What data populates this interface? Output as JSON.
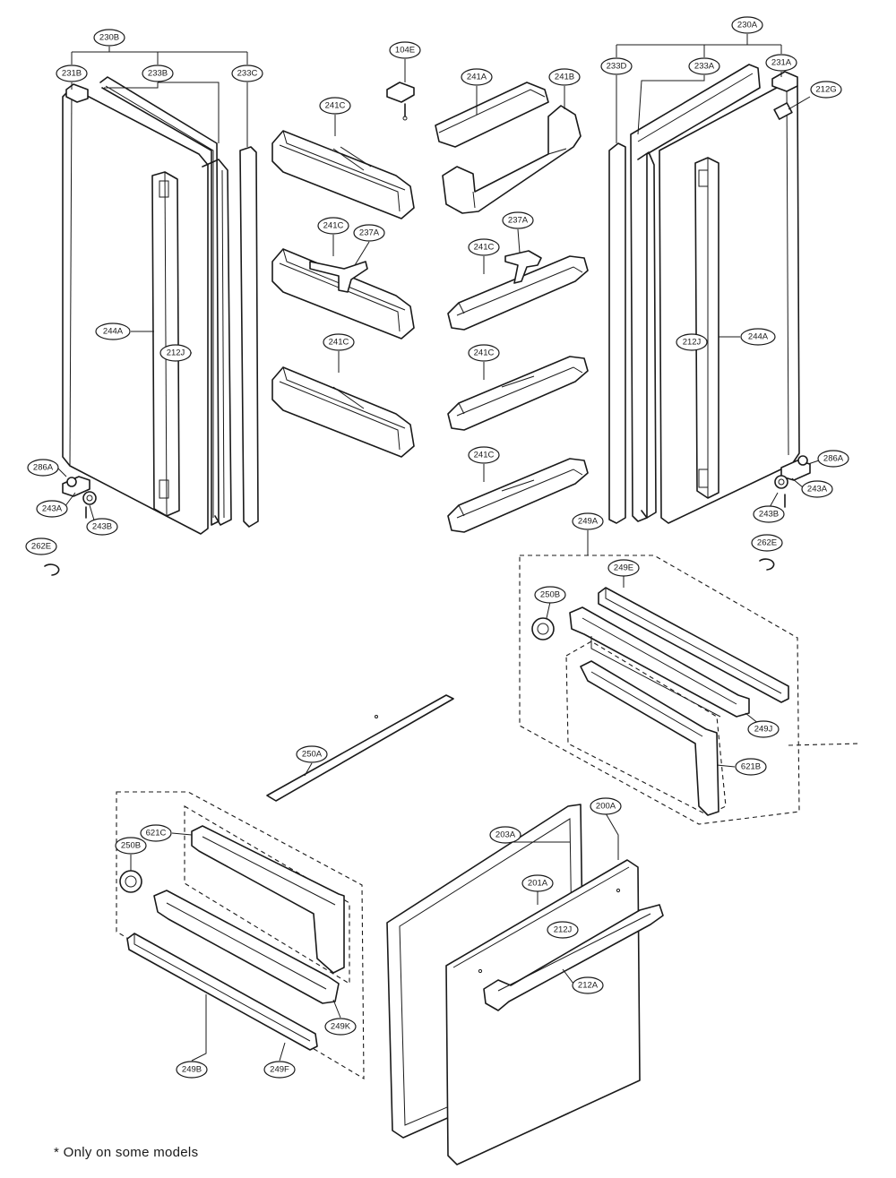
{
  "labels": {
    "l230B": "230B",
    "l231B": "231B",
    "l233B": "233B",
    "l233C": "233C",
    "l104E": "104E",
    "l241A": "241A",
    "l241B": "241B",
    "l241C_1": "241C",
    "l241C_2": "241C",
    "l237A_1": "237A",
    "l241C_3": "241C",
    "l237A_2": "237A",
    "l241C_4": "241C",
    "l241C_5": "241C",
    "l241C_6": "241C",
    "l230A": "230A",
    "l233D": "233D",
    "l233A": "233A",
    "l231A": "231A",
    "l212G": "212G",
    "l244A_L": "244A",
    "l212J_L": "212J",
    "l212J_R": "212J",
    "l244A_R": "244A",
    "l286A_L": "286A",
    "l243A_L": "243A",
    "l243B_L": "243B",
    "l262E_L": "262E",
    "l286A_R": "286A",
    "l243A_R": "243A",
    "l243B_R": "243B",
    "l262E_R": "262E",
    "l249A": "249A",
    "l249E": "249E",
    "l250B_R": "250B",
    "l249J": "249J",
    "l621B": "621B",
    "l250A": "250A",
    "l621C": "621C",
    "l250B_L": "250B",
    "l249K": "249K",
    "l249B": "249B",
    "l249F": "249F",
    "l203A": "203A",
    "l200A": "200A",
    "l201A": "201A",
    "l212J_B": "212J",
    "l212A": "212A"
  },
  "footnote": "* Only on some models"
}
